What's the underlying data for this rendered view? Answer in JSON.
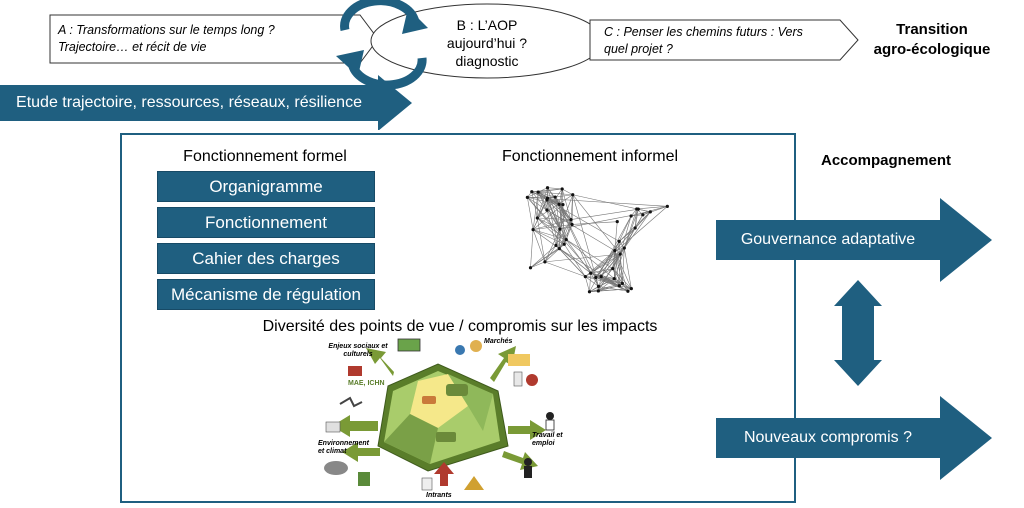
{
  "top_row": {
    "step_a": {
      "line1": "A : Transformations sur le temps long ?",
      "line2": "Trajectoire… et récit de vie"
    },
    "step_b": {
      "line1": "B : L’AOP",
      "line2": "aujourd’hui  ?",
      "line3": "diagnostic"
    },
    "step_c": {
      "line1": "C : Penser les chemins futurs : Vers",
      "line2": "quel projet ?"
    },
    "goal": {
      "line1": "Transition",
      "line2": "agro-écologique"
    }
  },
  "study_arrow": {
    "label": "Etude trajectoire, ressources, réseaux, résilience"
  },
  "main_box": {
    "formal": {
      "title": "Fonctionnement formel",
      "items": [
        "Organigramme",
        "Fonctionnement",
        "Cahier des charges",
        "Mécanisme de régulation"
      ]
    },
    "informal": {
      "title": "Fonctionnement informel"
    },
    "viewpoints": {
      "title": "Diversité des points de vue / compromis sur les impacts",
      "labels": {
        "social": "Enjeux sociaux et culturels",
        "markets": "Marchés",
        "mae": "MAE, ICHN",
        "environment": "Environnement et climat",
        "work": "Travail et emploi",
        "inputs": "Intrants"
      }
    }
  },
  "support": {
    "title": "Accompagnement",
    "governance": "Gouvernance adaptative",
    "compromises": "Nouveaux compromis ?"
  },
  "colors": {
    "primary": "#1f5f80",
    "green_dark": "#5a7d2a",
    "green_light": "#a9cc6b",
    "yellow": "#f5e88a"
  }
}
